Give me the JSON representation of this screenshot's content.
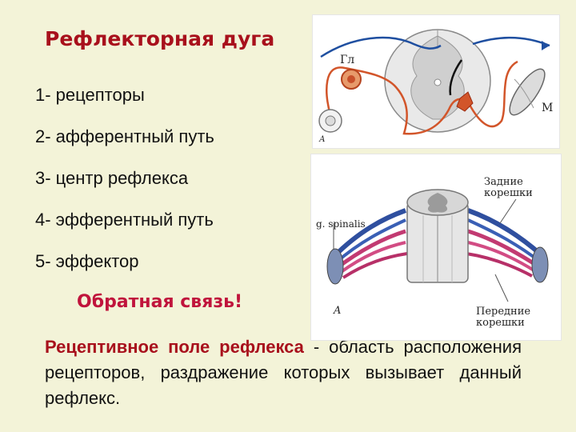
{
  "title": "Рефлекторная дуга",
  "list": [
    "1- рецепторы",
    "2- афферентный путь",
    "3- центр рефлекса",
    "4- эфферентный путь",
    "5- эффектор"
  ],
  "feedback": "Обратная связь!",
  "definition": {
    "term": "Рецептивное поле рефлекса",
    "text": " - область расположения рецепторов, раздражение которых вызывает данный рефлекс."
  },
  "figure_top": {
    "label_ganglion": "Гл",
    "label_muscle": "М",
    "label_panel": "А"
  },
  "figure_bottom": {
    "label_ganglion": "g. spinalis",
    "label_posterior_1": "Задние",
    "label_posterior_2": "корешки",
    "label_anterior_1": "Передние",
    "label_anterior_2": "корешки",
    "label_panel": "A"
  },
  "colors": {
    "background": "#f3f3d8",
    "title": "#a8101c",
    "feedback": "#c0143c",
    "afferent": "#d2552a",
    "efferent": "#1f4fa0"
  }
}
